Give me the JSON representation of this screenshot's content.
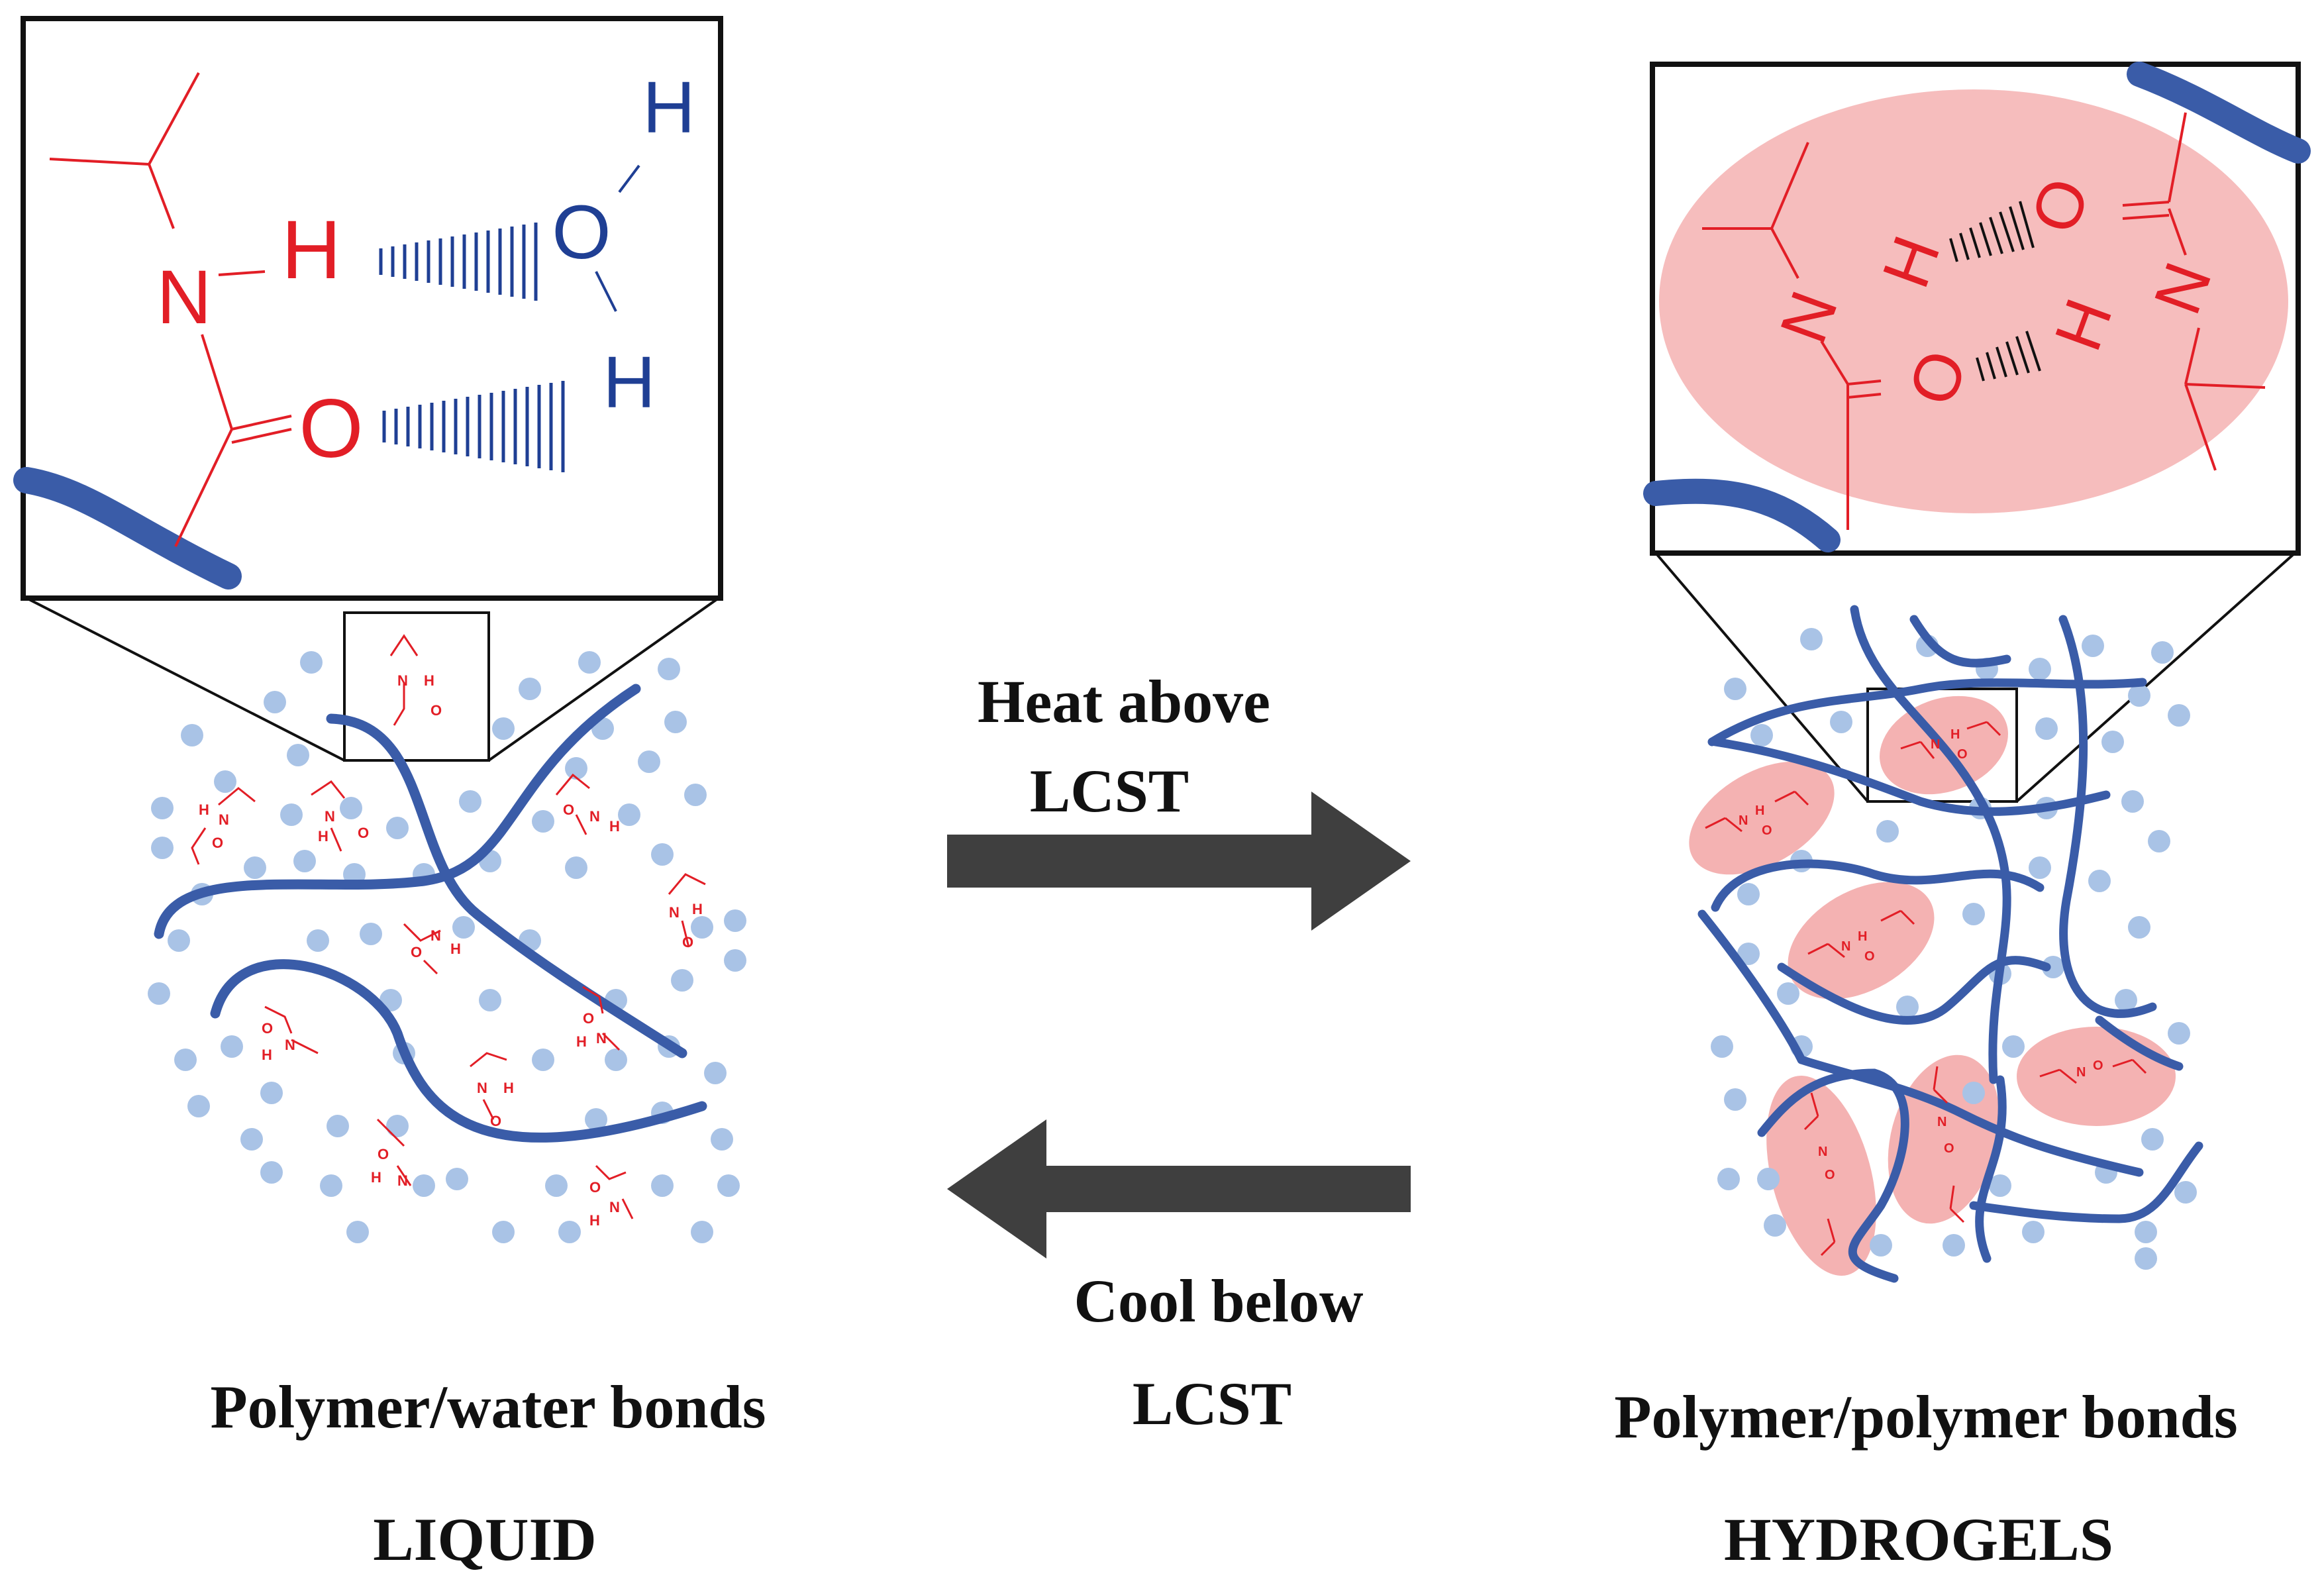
{
  "labels": {
    "heat_line1": "Heat above",
    "heat_line2": "LCST",
    "cool_line1": "Cool below",
    "cool_line2": "LCST",
    "left_bonds": "Polymer/water bonds",
    "left_state": "LIQUID",
    "right_bonds": "Polymer/polymer bonds",
    "right_state": "HYDROGELS"
  },
  "atoms": {
    "hydrogen": "H",
    "nitrogen": "N",
    "oxygen": "O"
  },
  "colors": {
    "polymer_chain": "#3a5ca8",
    "water_dot": "#a9c3e6",
    "molecule": "#e21e26",
    "water_molecule": "#1f3f94",
    "cluster": "#f4b2b2",
    "arrow": "#3f3f3f"
  }
}
